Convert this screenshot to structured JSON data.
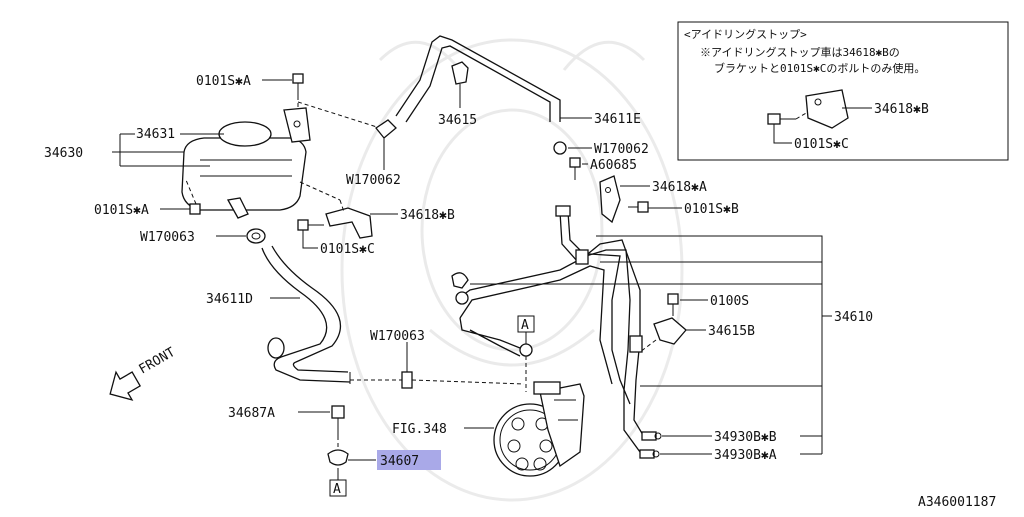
{
  "diagram_id": "A346001187",
  "inset": {
    "title": "<アイドリングストップ>",
    "note_line1": "※アイドリングストップ車は34618✱Bの",
    "note_line2": "ブラケットと0101S✱Cのボルトのみ使用。",
    "bracket_label": "34618✱B",
    "bolt_label": "0101S✱C"
  },
  "labels": {
    "bolt_a_top": "0101S✱A",
    "bolt_a_left": "0101S✱A",
    "reservoir_assy": "34630",
    "reservoir": "34631",
    "clamp_w170062_left": "W170062",
    "clamp_w170063_top": "W170063",
    "clip_34615": "34615",
    "hose_34611e": "34611E",
    "clamp_w170062_right": "W170062",
    "bolt_a60685": "A60685",
    "bracket_34618a": "34618✱A",
    "bolt_0101sb": "0101S✱B",
    "bracket_34618b": "34618✱B",
    "bolt_0101sc": "0101S✱C",
    "hose_34611d": "34611D",
    "clamp_w170063_mid": "W170063",
    "bolt_0100s": "0100S",
    "bracket_34615b": "34615B",
    "pipe_assy": "34610",
    "bolt_34687a": "34687A",
    "fig_ref": "FIG.348",
    "washer_34607": "34607",
    "gasket_34930bb": "34930B✱B",
    "gasket_34930ba": "34930B✱A",
    "ref_a": "A",
    "front": "FRONT"
  }
}
